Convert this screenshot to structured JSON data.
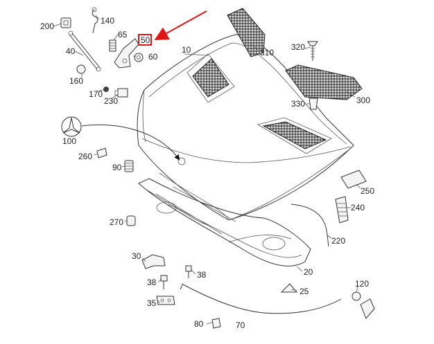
{
  "diagram": {
    "highlight_color": "#e01515",
    "highlighted_label": "50",
    "part_labels": [
      {
        "id": "p200",
        "text": "200"
      },
      {
        "id": "p140",
        "text": "140"
      },
      {
        "id": "p65",
        "text": "65"
      },
      {
        "id": "p50",
        "text": "50"
      },
      {
        "id": "p60",
        "text": "60"
      },
      {
        "id": "p10",
        "text": "10"
      },
      {
        "id": "p310",
        "text": "310"
      },
      {
        "id": "p320",
        "text": "320"
      },
      {
        "id": "p40",
        "text": "40"
      },
      {
        "id": "p160",
        "text": "160"
      },
      {
        "id": "p170",
        "text": "170"
      },
      {
        "id": "p230",
        "text": "230"
      },
      {
        "id": "p300",
        "text": "300"
      },
      {
        "id": "p330",
        "text": "330"
      },
      {
        "id": "p100",
        "text": "100"
      },
      {
        "id": "p260",
        "text": "260"
      },
      {
        "id": "p90",
        "text": "90"
      },
      {
        "id": "p250",
        "text": "250"
      },
      {
        "id": "p240",
        "text": "240"
      },
      {
        "id": "p270",
        "text": "270"
      },
      {
        "id": "p220",
        "text": "220"
      },
      {
        "id": "p30",
        "text": "30"
      },
      {
        "id": "p38a",
        "text": "38"
      },
      {
        "id": "p38b",
        "text": "38"
      },
      {
        "id": "p20",
        "text": "20"
      },
      {
        "id": "p25",
        "text": "25"
      },
      {
        "id": "p120",
        "text": "120"
      },
      {
        "id": "p35",
        "text": "35"
      },
      {
        "id": "p80",
        "text": "80"
      },
      {
        "id": "p70",
        "text": "70"
      }
    ]
  }
}
